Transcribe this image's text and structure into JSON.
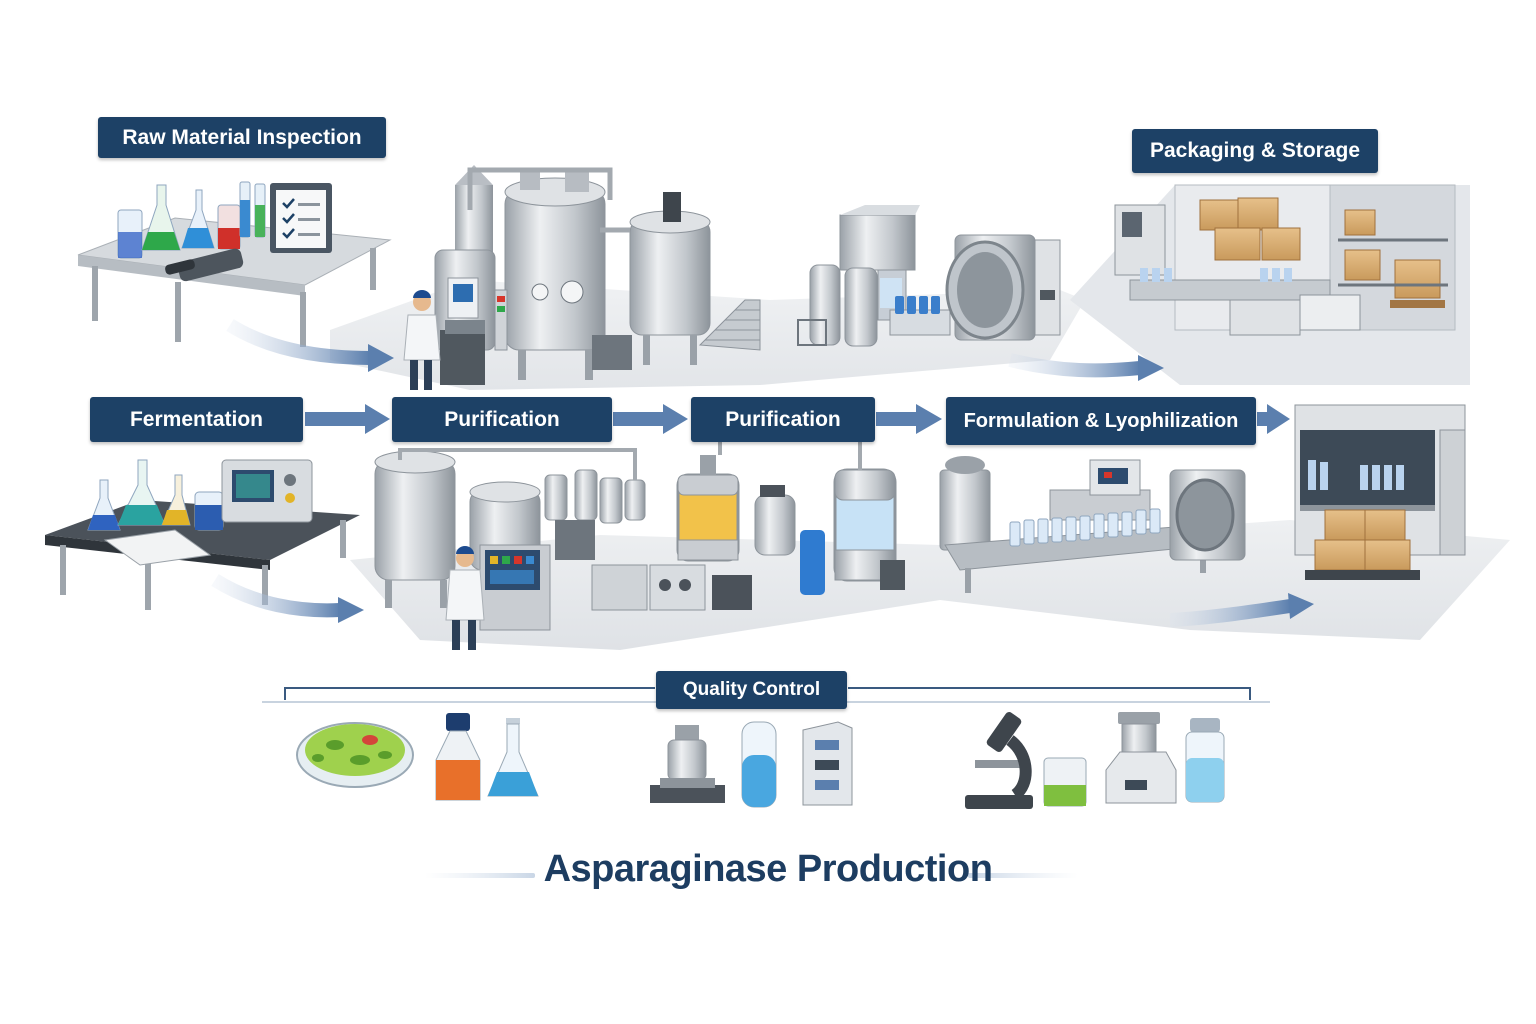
{
  "stages": {
    "raw_material": "Raw Material Inspection",
    "packaging": "Packaging & Storage",
    "fermentation": "Fermentation",
    "purification_1": "Purification",
    "purification_2": "Purification",
    "formulation": "Formulation & Lyophilization"
  },
  "quality_control": {
    "label": "Quality Control"
  },
  "title": "Asparaginase Production",
  "colors": {
    "label_bg": "#1d4166",
    "arrow": "#5b7fae",
    "title_text": "#1d3d61",
    "steel": "#c9cdd2"
  },
  "icons": [
    "lab-bench-icon",
    "fermenter-tank-icon",
    "lyophilizer-icon",
    "warehouse-icon",
    "control-panel-icon",
    "chromatography-icon",
    "filling-line-icon",
    "petri-dish-icon",
    "reagent-bottle-icon",
    "flask-icon",
    "analyzer-icon",
    "test-tube-icon",
    "instrument-icon",
    "microscope-icon",
    "beaker-icon",
    "balance-icon",
    "vial-icon"
  ]
}
